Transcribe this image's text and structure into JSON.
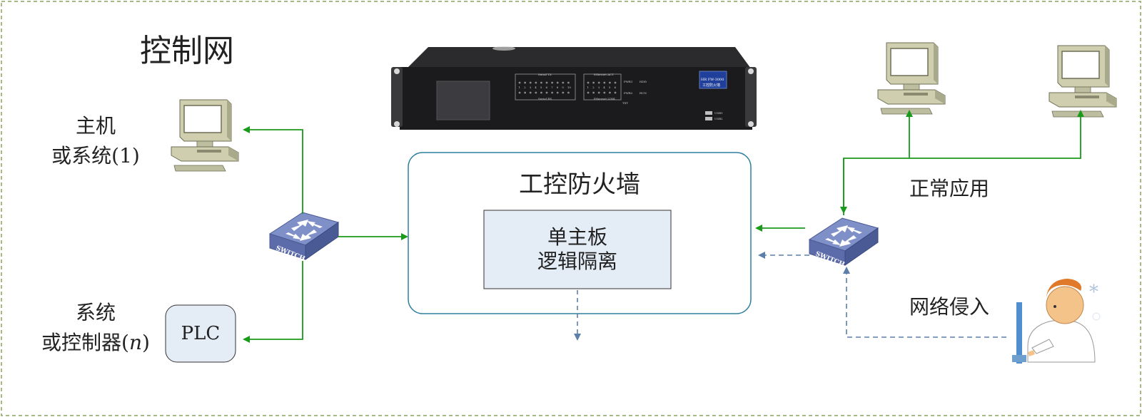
{
  "title": "控制网",
  "firewall": {
    "label": "工控防火墙",
    "inner_line1": "单主板",
    "inner_line2": "逻辑隔离"
  },
  "left": {
    "host_line1": "主机",
    "host_line2": "或系统(1)",
    "sys_line1": "系统",
    "sys_line2_prefix": "或控制器(",
    "sys_line2_italic": "n",
    "sys_line2_suffix": ")",
    "plc": "PLC"
  },
  "right": {
    "normal_app": "正常应用",
    "intrusion": "网络侵入"
  },
  "switch_label": "SWITCH",
  "device": {
    "serial_tx": "Serial  TX",
    "serial_rx": "Serial  RX",
    "eth_act": "Ethernet  ACT",
    "eth_link": "Ethernet  LINK",
    "badge_line1": "HR FW-3000",
    "badge_line2": "工控防火墙",
    "serial_ports": [
      "1",
      "2",
      "3",
      "4",
      "5",
      "6",
      "7",
      "8",
      "9",
      "10"
    ],
    "eth_ports": [
      "1",
      "2",
      "3",
      "4",
      "5",
      "6"
    ],
    "pwr1": "PWR1",
    "pwr2": "PWR2",
    "hdd": "HDD",
    "run": "RUN",
    "tst": "TST",
    "usb1": "USB1",
    "usb2": "USB2"
  },
  "colors": {
    "frame": "#8aa35a",
    "green_link": "#1a9a1a",
    "blue_dash": "#5b7fa8",
    "firewall_border": "#2e7ea0",
    "inner_box_fill": "#e4ecf6",
    "switch_top": "#7f8fc8",
    "switch_side": "#4a5a94"
  }
}
